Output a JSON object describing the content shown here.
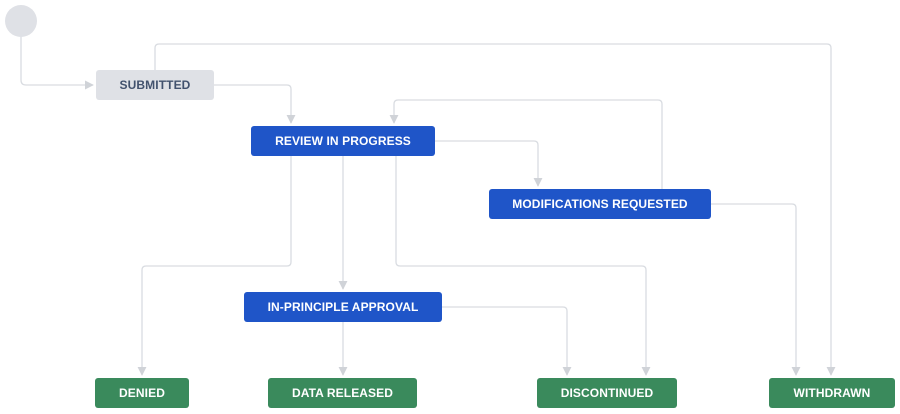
{
  "colors": {
    "start": "#dfe1e6",
    "todo_bg": "#dfe1e6",
    "todo_text": "#42526e",
    "in_progress": "#1f55c8",
    "done": "#3a8a5c",
    "connector": "#d9dce1",
    "arrowhead": "#d0d3d8"
  },
  "start": {
    "icon": "start-circle"
  },
  "statuses": {
    "submitted": "SUBMITTED",
    "review_in_progress": "REVIEW IN PROGRESS",
    "modifications_requested": "MODIFICATIONS REQUESTED",
    "in_principle_approval": "IN-PRINCIPLE APPROVAL",
    "denied": "DENIED",
    "data_released": "DATA RELEASED",
    "discontinued": "DISCONTINUED",
    "withdrawn": "WITHDRAWN"
  },
  "transitions": [
    {
      "from": "start",
      "to": "submitted"
    },
    {
      "from": "submitted",
      "to": "review_in_progress"
    },
    {
      "from": "submitted",
      "to": "withdrawn"
    },
    {
      "from": "review_in_progress",
      "to": "modifications_requested"
    },
    {
      "from": "modifications_requested",
      "to": "review_in_progress"
    },
    {
      "from": "modifications_requested",
      "to": "withdrawn"
    },
    {
      "from": "review_in_progress",
      "to": "denied"
    },
    {
      "from": "review_in_progress",
      "to": "in_principle_approval"
    },
    {
      "from": "review_in_progress",
      "to": "discontinued"
    },
    {
      "from": "in_principle_approval",
      "to": "data_released"
    },
    {
      "from": "in_principle_approval",
      "to": "discontinued"
    }
  ]
}
